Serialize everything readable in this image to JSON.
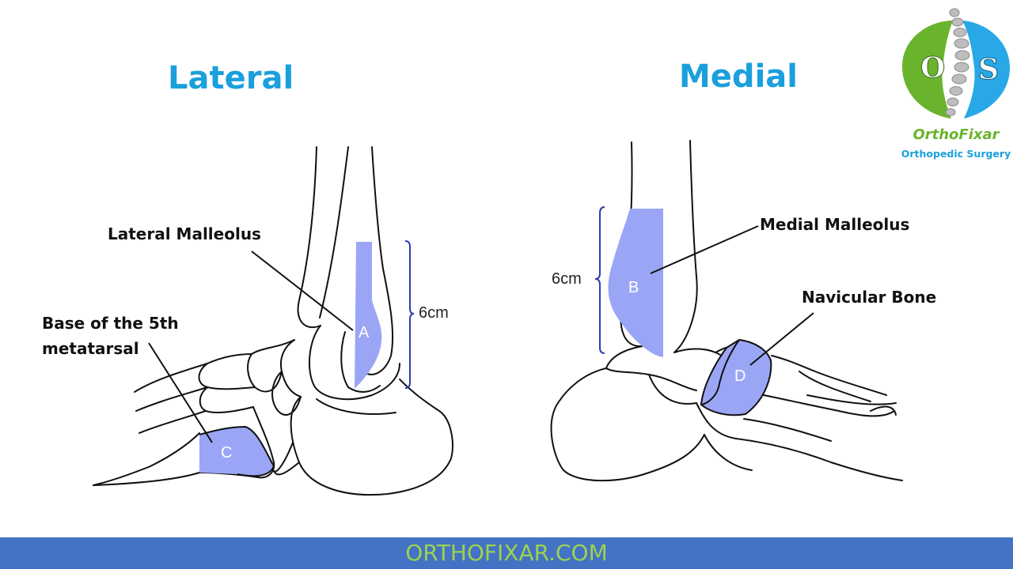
{
  "titles": {
    "lateral": "Lateral",
    "medial": "Medial"
  },
  "labels": {
    "lateral_malleolus": "Lateral Malleolus",
    "base_5th_metatarsal_line1": "Base of the 5th",
    "base_5th_metatarsal_line2": "metatarsal",
    "medial_malleolus": "Medial Malleolus",
    "navicular_bone": "Navicular Bone"
  },
  "measurements": {
    "lateral": "6cm",
    "medial": "6cm"
  },
  "regions": {
    "a": "A",
    "b": "B",
    "c": "C",
    "d": "D"
  },
  "logo": {
    "letter_left": "O",
    "letter_right": "S",
    "name": "OrthoFixar",
    "subtitle": "Orthopedic Surgery"
  },
  "footer": {
    "text": "ORTHOFIXAR.COM"
  },
  "colors": {
    "title": "#1aa0dc",
    "highlight": "#9aa6f5",
    "footer_bg": "#4472c4",
    "footer_text": "#9bd34f",
    "bracket": "#2a3fb0"
  }
}
